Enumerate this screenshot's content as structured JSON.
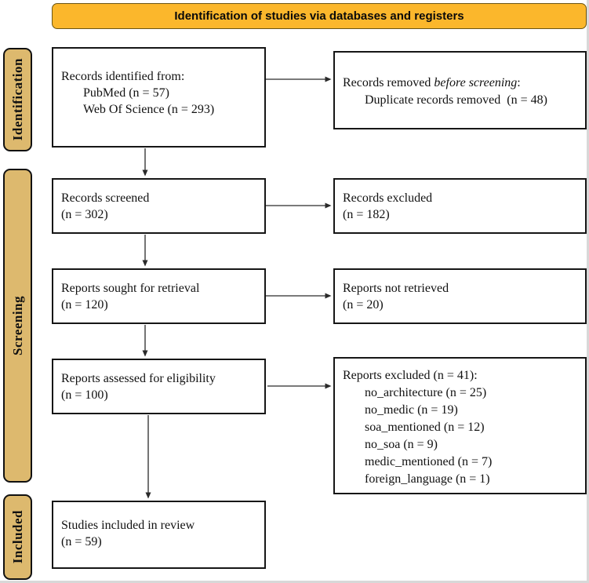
{
  "banner": {
    "title": "Identification of studies via databases and registers"
  },
  "colors": {
    "banner_bg": "#fbb72c",
    "stage_bg": "#ddb96e"
  },
  "stages": {
    "identification": "Identification",
    "screening": "Screening",
    "included": "Included"
  },
  "boxes": {
    "records_identified": {
      "lines": [
        "Records identified from:",
        "PubMed (n = 57)",
        "Web Of Science (n = 293)"
      ]
    },
    "records_removed": {
      "line1_pre": "Records removed ",
      "line1_italic": "before screening",
      "line1_post": ":",
      "line2": "Duplicate records removed  (n = 48)"
    },
    "records_screened": {
      "lines": [
        "Records screened",
        "(n = 302)"
      ]
    },
    "records_excluded": {
      "lines": [
        "Records excluded",
        "(n = 182)"
      ]
    },
    "reports_sought": {
      "lines": [
        "Reports sought for retrieval",
        "(n = 120)"
      ]
    },
    "reports_not_retrieved": {
      "lines": [
        "Reports not retrieved",
        "(n = 20)"
      ]
    },
    "reports_assessed": {
      "lines": [
        "Reports assessed for eligibility",
        "(n = 100)"
      ]
    },
    "reports_excluded": {
      "header": "Reports excluded (n = 41):",
      "reasons": [
        "no_architecture (n = 25)",
        "no_medic (n = 19)",
        "soa_mentioned (n = 12)",
        "no_soa (n = 9)",
        "medic_mentioned (n = 7)",
        "foreign_language (n = 1)"
      ]
    },
    "studies_included": {
      "lines": [
        "Studies included in review",
        "(n = 59)"
      ]
    }
  }
}
